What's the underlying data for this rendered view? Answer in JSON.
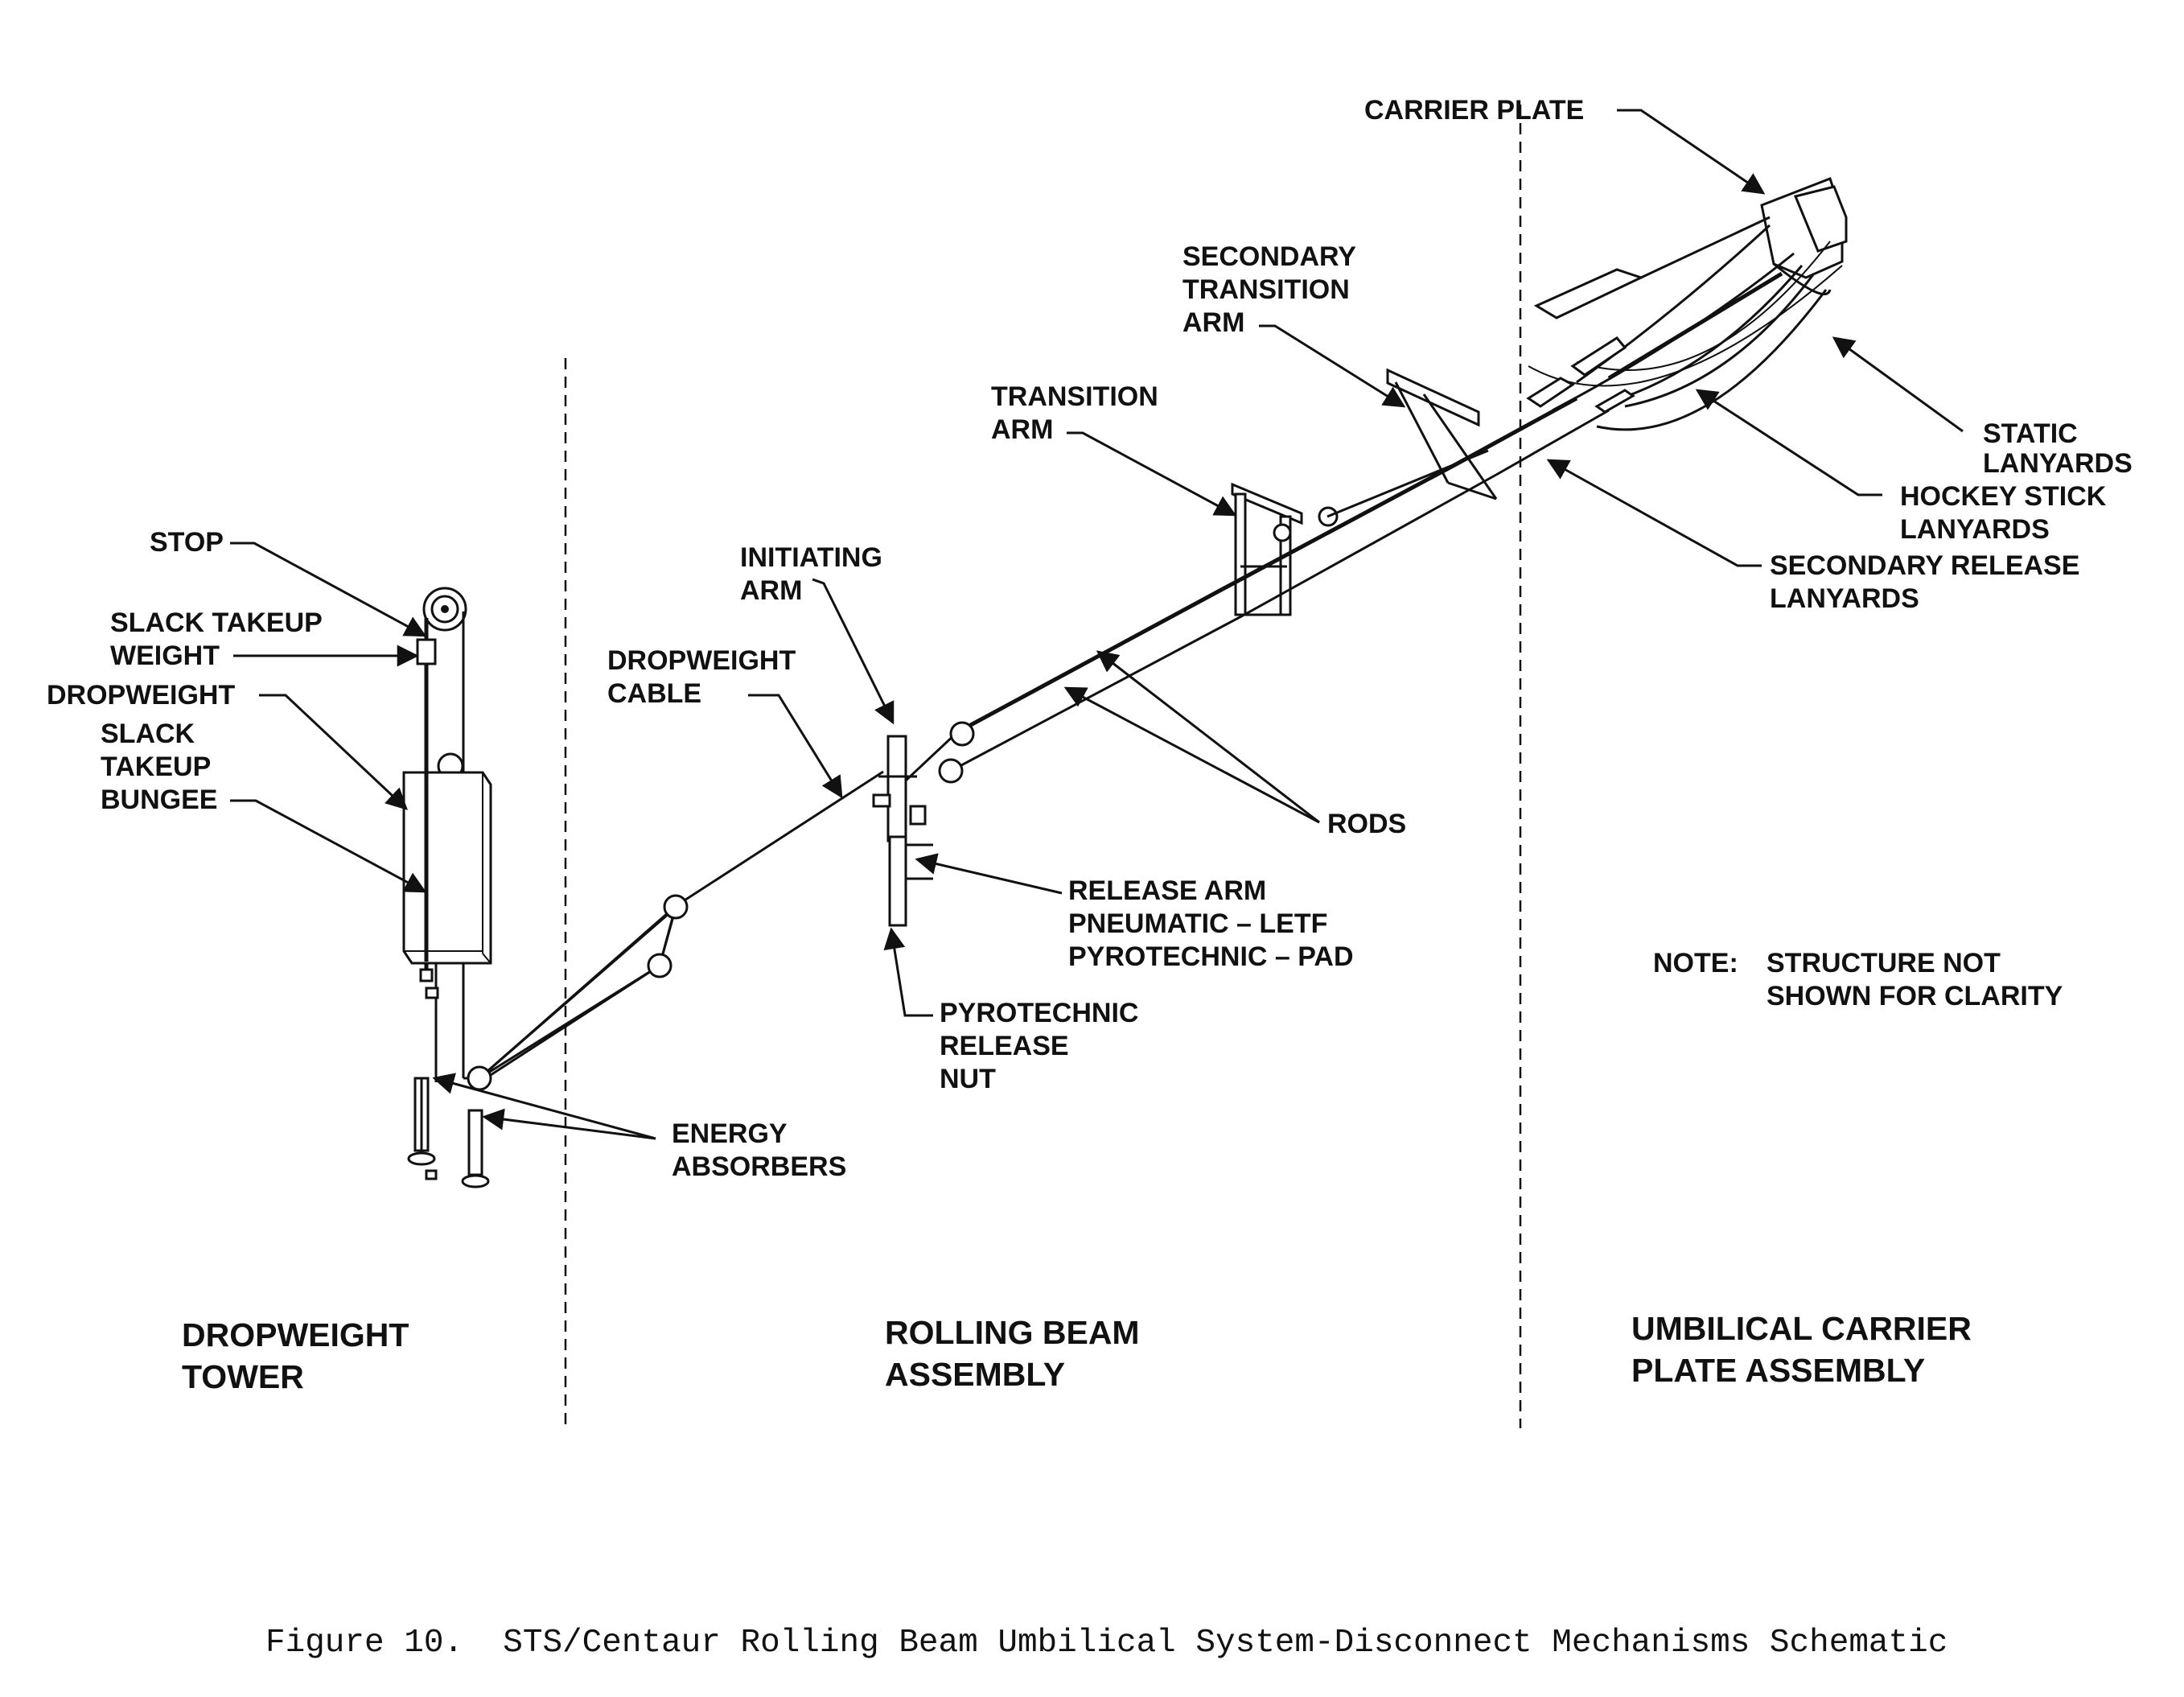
{
  "labels": {
    "stop": "STOP",
    "slack_takeup_weight": [
      "SLACK TAKEUP",
      "WEIGHT"
    ],
    "dropweight": "DROPWEIGHT",
    "slack_takeup_bungee": [
      "SLACK",
      "TAKEUP",
      "BUNGEE"
    ],
    "initiating_arm": [
      "INITIATING",
      "ARM"
    ],
    "dropweight_cable": [
      "DROPWEIGHT",
      "CABLE"
    ],
    "transition_arm": [
      "TRANSITION",
      "ARM"
    ],
    "secondary_transition_arm": [
      "SECONDARY",
      "TRANSITION",
      "ARM"
    ],
    "carrier_plate": "CARRIER PLATE",
    "static_lanyards": [
      "STATIC",
      "LANYARDS"
    ],
    "hockey_stick_lanyards": [
      "HOCKEY STICK",
      "LANYARDS"
    ],
    "secondary_release_lanyards": [
      "SECONDARY RELEASE",
      "LANYARDS"
    ],
    "rods": "RODS",
    "release_arm": [
      "RELEASE ARM",
      "PNEUMATIC – LETF",
      "PYROTECHNIC – PAD"
    ],
    "pyrotechnic_release_nut": [
      "PYROTECHNIC",
      "RELEASE",
      "NUT"
    ],
    "energy_absorbers": [
      "ENERGY",
      "ABSORBERS"
    ],
    "note": [
      "NOTE:",
      "STRUCTURE NOT",
      "SHOWN FOR CLARITY"
    ]
  },
  "sections": {
    "dropweight_tower": [
      "DROPWEIGHT",
      "TOWER"
    ],
    "rolling_beam_assembly": [
      "ROLLING BEAM",
      "ASSEMBLY"
    ],
    "umbilical_carrier_plate_assembly": [
      "UMBILICAL CARRIER",
      "PLATE ASSEMBLY"
    ]
  },
  "caption": "Figure 10.  STS/Centaur Rolling Beam Umbilical System-Disconnect Mechanisms Schematic"
}
